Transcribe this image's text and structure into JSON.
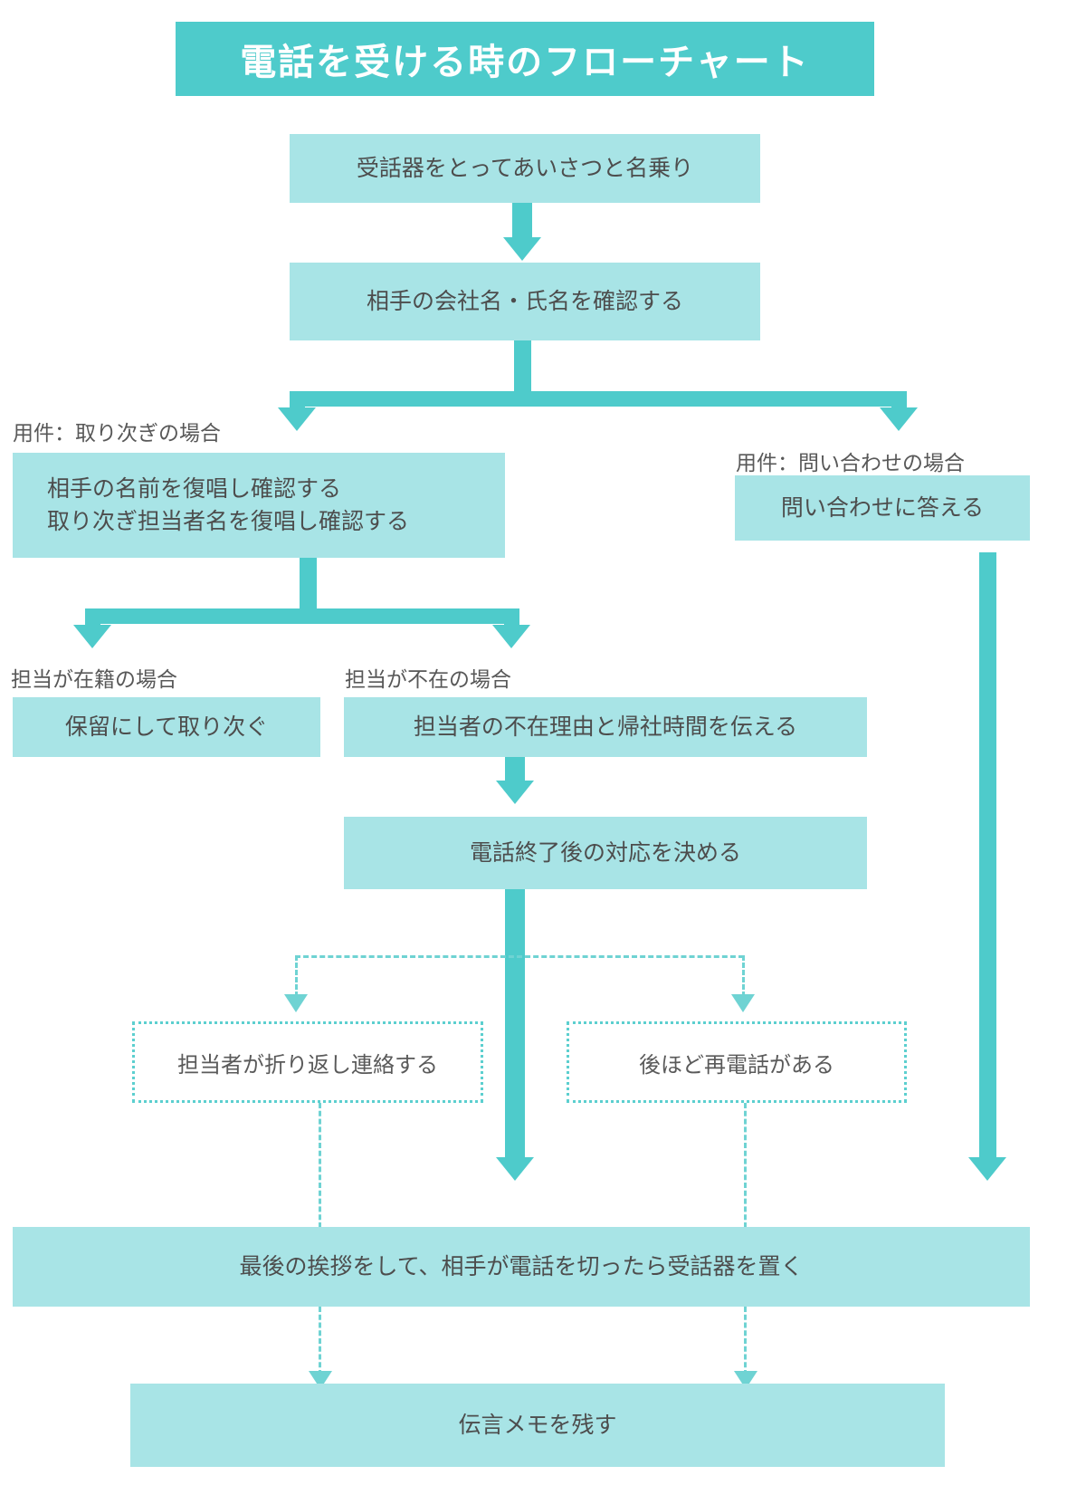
{
  "title": "電話を受ける時のフローチャート",
  "colors": {
    "banner": "#4ecbcb",
    "box_fill": "#a8e4e6",
    "connector": "#4ecbcb",
    "dotted_border": "#5ccfcf",
    "text": "#4d4d4d",
    "caption_text": "#585858",
    "banner_text": "#ffffff"
  },
  "nodes": {
    "n1": {
      "label": "受話器をとってあいさつと名乗り"
    },
    "n2": {
      "label": "相手の会社名・氏名を確認する"
    },
    "n3": {
      "line1": "相手の名前を復唱し確認する",
      "line2": "取り次ぎ担当者名を復唱し確認する"
    },
    "n4": {
      "label": "問い合わせに答える"
    },
    "n5": {
      "label": "保留にして取り次ぐ"
    },
    "n6": {
      "label": "担当者の不在理由と帰社時間を伝える"
    },
    "n7": {
      "label": "電話終了後の対応を決める"
    },
    "n8": {
      "label": "担当者が折り返し連絡する"
    },
    "n9": {
      "label": "後ほど再電話がある"
    },
    "n10": {
      "label": "最後の挨拶をして、相手が電話を切ったら受話器を置く"
    },
    "n11": {
      "label": "伝言メモを残す"
    }
  },
  "captions": {
    "c1": "用件：取り次ぎの場合",
    "c2": "用件：問い合わせの場合",
    "c3": "担当が在籍の場合",
    "c4": "担当が不在の場合"
  },
  "chart_data": {
    "type": "diagram",
    "title": "電話を受ける時のフローチャート",
    "nodes": [
      {
        "id": "n1",
        "text": "受話器をとってあいさつと名乗り",
        "style": "filled"
      },
      {
        "id": "n2",
        "text": "相手の会社名・氏名を確認する",
        "style": "filled"
      },
      {
        "id": "n3",
        "text": "相手の名前を復唱し確認する / 取り次ぎ担当者名を復唱し確認する",
        "style": "filled"
      },
      {
        "id": "n4",
        "text": "問い合わせに答える",
        "style": "filled"
      },
      {
        "id": "n5",
        "text": "保留にして取り次ぐ",
        "style": "filled"
      },
      {
        "id": "n6",
        "text": "担当者の不在理由と帰社時間を伝える",
        "style": "filled"
      },
      {
        "id": "n7",
        "text": "電話終了後の対応を決める",
        "style": "filled"
      },
      {
        "id": "n8",
        "text": "担当者が折り返し連絡する",
        "style": "dotted"
      },
      {
        "id": "n9",
        "text": "後ほど再電話がある",
        "style": "dotted"
      },
      {
        "id": "n10",
        "text": "最後の挨拶をして、相手が電話を切ったら受話器を置く",
        "style": "filled"
      },
      {
        "id": "n11",
        "text": "伝言メモを残す",
        "style": "filled"
      }
    ],
    "edges": [
      {
        "from": "n1",
        "to": "n2",
        "label": "",
        "style": "solid"
      },
      {
        "from": "n2",
        "to": "n3",
        "label": "用件：取り次ぎの場合",
        "style": "solid"
      },
      {
        "from": "n2",
        "to": "n4",
        "label": "用件：問い合わせの場合",
        "style": "solid"
      },
      {
        "from": "n3",
        "to": "n5",
        "label": "担当が在籍の場合",
        "style": "solid"
      },
      {
        "from": "n3",
        "to": "n6",
        "label": "担当が不在の場合",
        "style": "solid"
      },
      {
        "from": "n6",
        "to": "n7",
        "label": "",
        "style": "solid"
      },
      {
        "from": "n7",
        "to": "n8",
        "label": "",
        "style": "dashed"
      },
      {
        "from": "n7",
        "to": "n9",
        "label": "",
        "style": "dashed"
      },
      {
        "from": "n7",
        "to": "n10",
        "label": "",
        "style": "solid"
      },
      {
        "from": "n4",
        "to": "n10",
        "label": "",
        "style": "solid"
      },
      {
        "from": "n8",
        "to": "n11",
        "label": "",
        "style": "dashed"
      },
      {
        "from": "n9",
        "to": "n11",
        "label": "",
        "style": "dashed"
      }
    ]
  }
}
